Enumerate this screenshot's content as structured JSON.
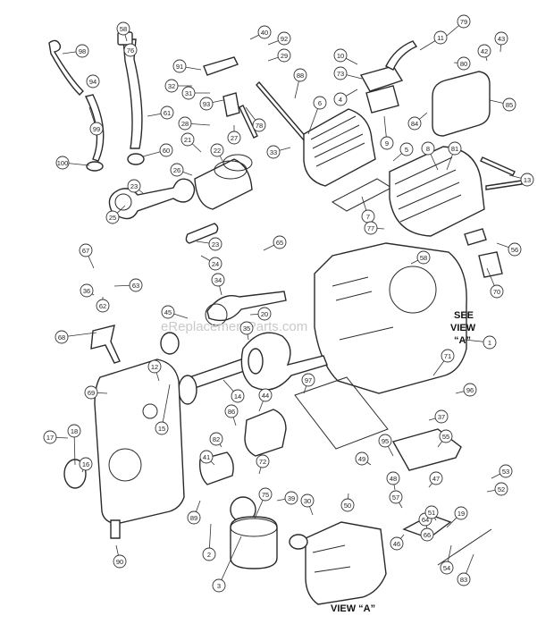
{
  "watermark": "eReplacementParts.com",
  "see_view_label": [
    "SEE",
    "VIEW",
    "“A”"
  ],
  "view_a_label": "VIEW “A”",
  "callouts": [
    "98",
    "99",
    "100",
    "94",
    "58",
    "76",
    "61",
    "60",
    "40",
    "91",
    "92",
    "32",
    "31",
    "29",
    "93",
    "88",
    "28",
    "27",
    "78",
    "21",
    "22",
    "26",
    "25",
    "23",
    "23",
    "24",
    "10",
    "11",
    "73",
    "9",
    "4",
    "7",
    "6",
    "5",
    "84",
    "85",
    "79",
    "80",
    "42",
    "43",
    "81",
    "8",
    "13",
    "77",
    "56",
    "33",
    "67",
    "62",
    "36",
    "63",
    "68",
    "65",
    "34",
    "45",
    "20",
    "35",
    "58",
    "70",
    "1",
    "71",
    "12",
    "69",
    "17",
    "18",
    "16",
    "15",
    "14",
    "97",
    "96",
    "37",
    "86",
    "44",
    "82",
    "41",
    "72",
    "75",
    "39",
    "30",
    "95",
    "49",
    "55",
    "47",
    "48",
    "57",
    "53",
    "52",
    "50",
    "54",
    "64",
    "66",
    "51",
    "46",
    "19",
    "83",
    "90",
    "89",
    "2",
    "3"
  ]
}
